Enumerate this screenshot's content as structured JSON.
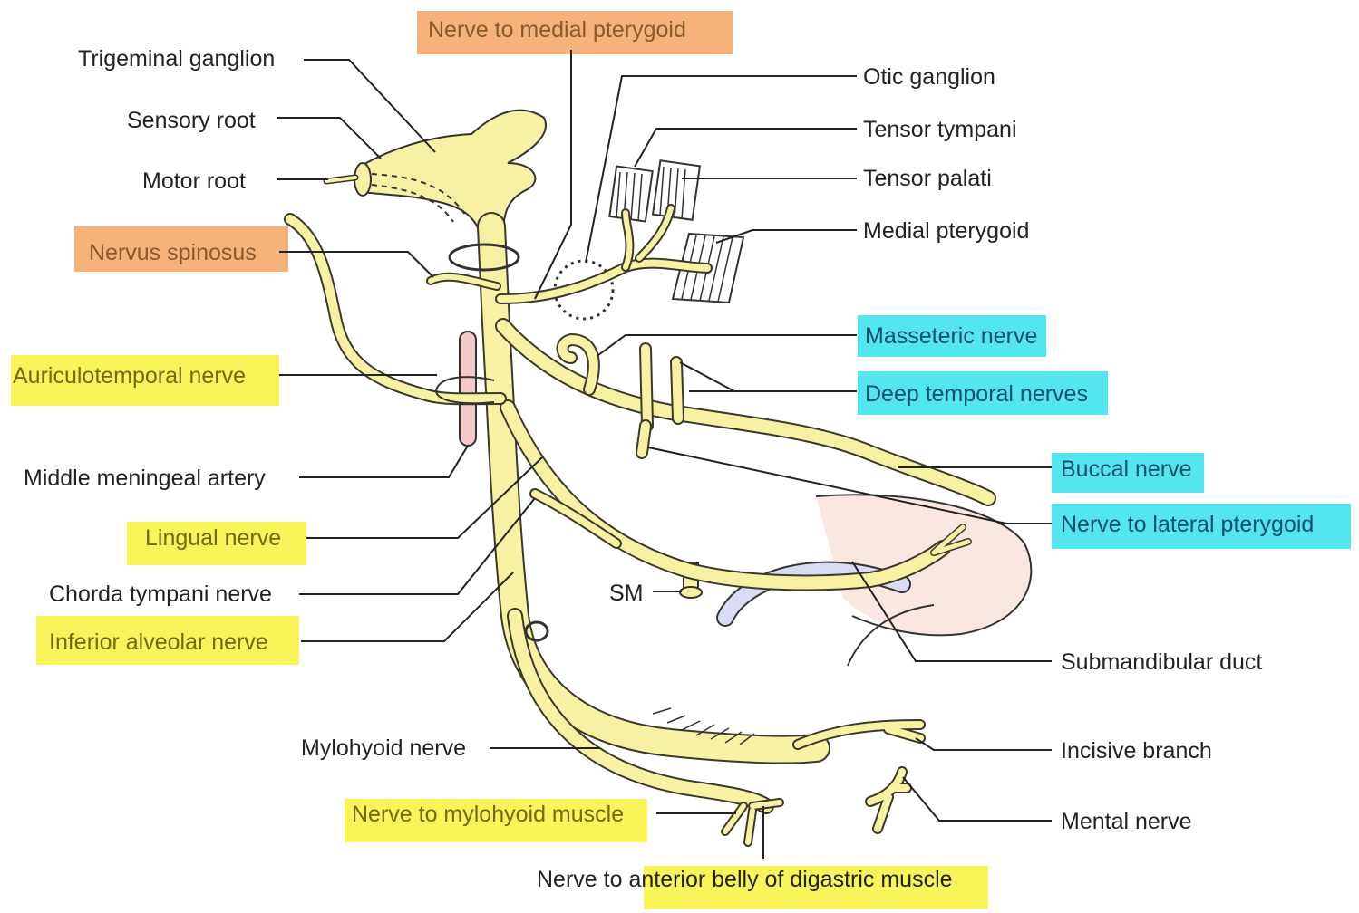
{
  "diagram": {
    "colors": {
      "nerve": "#f7f1a4",
      "nerve_outline": "#3a3a2a",
      "highlight_orange": "#f7b27a",
      "highlight_yellow": "#f8f45a",
      "highlight_cyan": "#53e6ef",
      "artery": "#f3c9c9",
      "duct": "#d9dcf2",
      "gland": "#fbe7e2"
    },
    "labels": {
      "trigeminal_ganglion": "Trigeminal ganglion",
      "sensory_root": "Sensory root",
      "motor_root": "Motor root",
      "nervus_spinosus": "Nervus spinosus",
      "auriculotemporal_nerve": "Auriculotemporal nerve",
      "middle_meningeal_artery": "Middle meningeal artery",
      "lingual_nerve": "Lingual nerve",
      "chorda_tympani_nerve": "Chorda tympani nerve",
      "inferior_alveolar_nerve": "Inferior alveolar nerve",
      "mylohyoid_nerve": "Mylohyoid nerve",
      "nerve_to_mylohyoid_muscle": "Nerve to mylohyoid muscle",
      "nerve_to_anterior_belly_prefix": "Nerve to ",
      "nerve_to_anterior_belly_highlighted": "anterior belly of digastric muscle",
      "nerve_to_medial_pterygoid": "Nerve to medial pterygoid",
      "otic_ganglion": "Otic ganglion",
      "tensor_tympani": "Tensor tympani",
      "tensor_palati": "Tensor palati",
      "medial_pterygoid": "Medial pterygoid",
      "masseteric_nerve": "Masseteric nerve",
      "deep_temporal_nerves": "Deep temporal nerves",
      "buccal_nerve": "Buccal nerve",
      "nerve_to_lateral_pterygoid": "Nerve to lateral pterygoid",
      "submandibular_duct": "Submandibular duct",
      "incisive_branch": "Incisive branch",
      "mental_nerve": "Mental nerve",
      "sm": "SM"
    }
  }
}
